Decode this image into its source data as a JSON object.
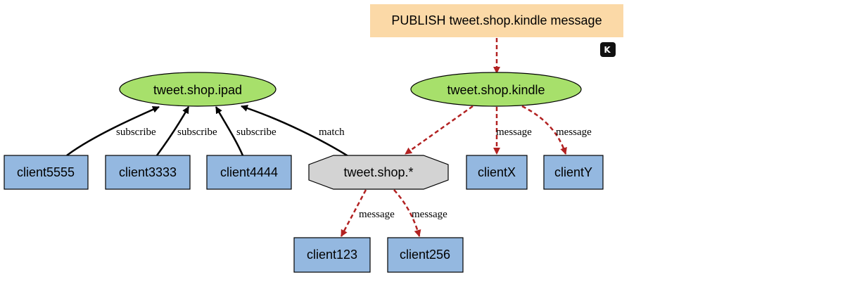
{
  "publish": {
    "label": "PUBLISH tweet.shop.kindle message"
  },
  "channels": {
    "ipad": "tweet.shop.ipad",
    "kindle": "tweet.shop.kindle"
  },
  "pattern": {
    "label": "tweet.shop.*"
  },
  "clients": {
    "c5555": "client5555",
    "c3333": "client3333",
    "c4444": "client4444",
    "cx": "clientX",
    "cy": "clientY",
    "c123": "client123",
    "c256": "client256"
  },
  "edges": {
    "subscribe": "subscribe",
    "match": "match",
    "message": "message"
  },
  "badge": {
    "glyph": "K"
  },
  "colors": {
    "publish_fill": "#fbd9a7",
    "channel_fill": "#a7e06b",
    "client_fill": "#94b8e0",
    "pattern_fill": "#d3d3d3",
    "message_edge": "#b22222",
    "subscribe_edge": "#000000"
  }
}
